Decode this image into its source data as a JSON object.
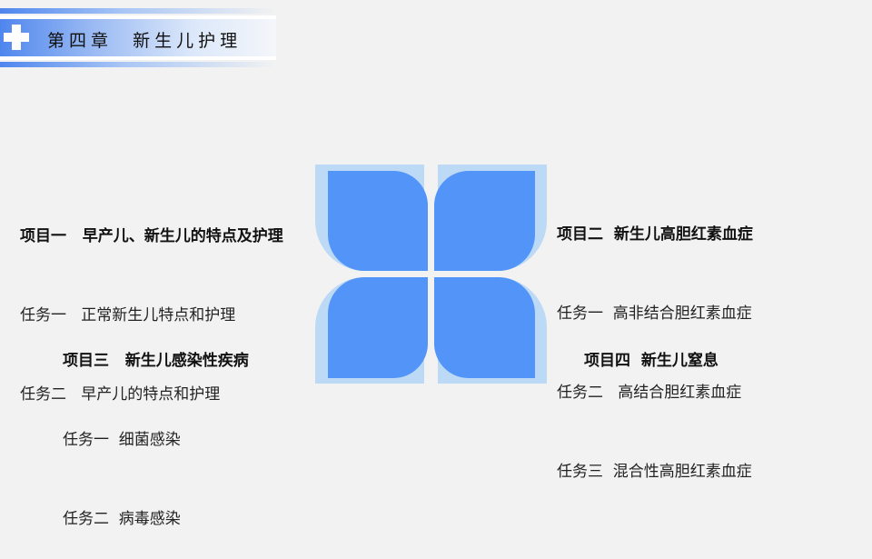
{
  "header": {
    "icon": "medical-cross-icon",
    "title": "第四章  新生儿护理"
  },
  "colors": {
    "accent_blue": "#5294f8",
    "light_blue": "#bcd9f5",
    "background": "#f2f2f2"
  },
  "projects": [
    {
      "title": "项目一   早产儿、新生儿的特点及护理",
      "tasks": [
        "任务一   正常新生儿特点和护理",
        "任务二   早产儿的特点和护理"
      ]
    },
    {
      "title": "项目二  新生儿高胆红素血症",
      "tasks": [
        "任务一  高非结合胆红素血症",
        "任务二   高结合胆红素血症",
        "任务三  混合性高胆红素血症"
      ]
    },
    {
      "title": "项目三   新生儿感染性疾病",
      "tasks": [
        "任务一  细菌感染",
        "任务二  病毒感染"
      ]
    },
    {
      "title": "项目四  新生儿窒息",
      "tasks": []
    }
  ]
}
